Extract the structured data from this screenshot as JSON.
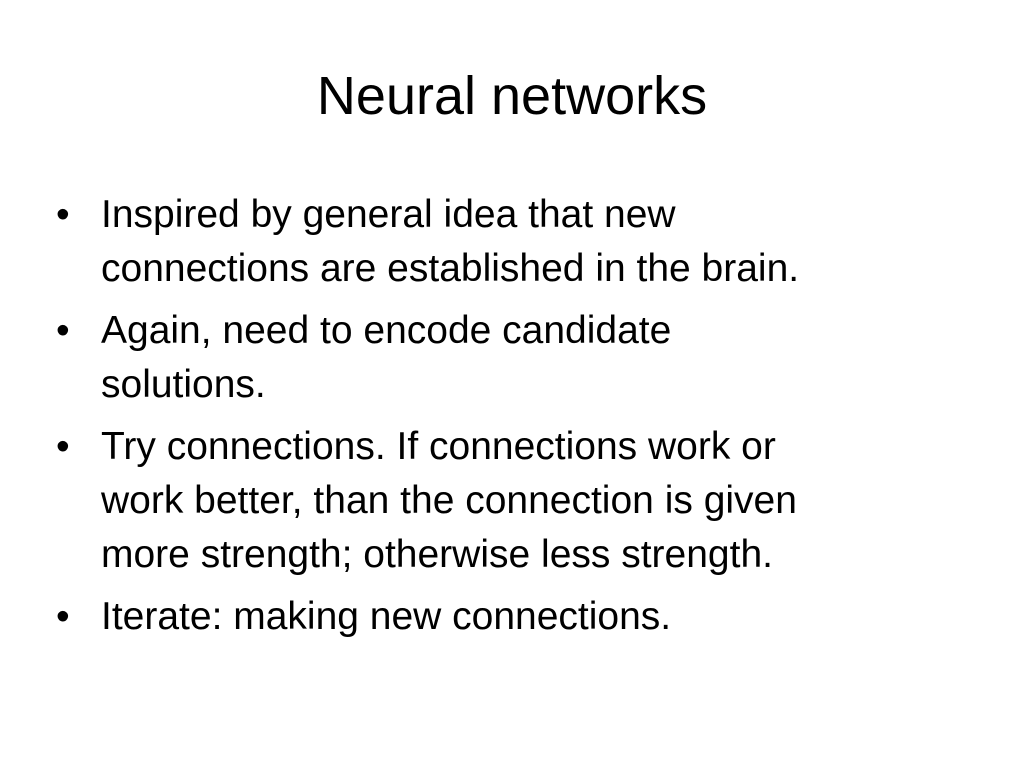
{
  "slide": {
    "title": "Neural networks",
    "bullet_symbol": "•",
    "bullets": [
      {
        "lines": [
          "Inspired by general idea that new",
          "connections are established in the brain."
        ]
      },
      {
        "lines": [
          "Again, need to encode candidate",
          "solutions."
        ]
      },
      {
        "lines": [
          "Try connections. If connections work or",
          "work better, than the connection is given",
          "more strength; otherwise less strength."
        ]
      },
      {
        "lines": [
          "Iterate: making new connections."
        ]
      }
    ]
  }
}
